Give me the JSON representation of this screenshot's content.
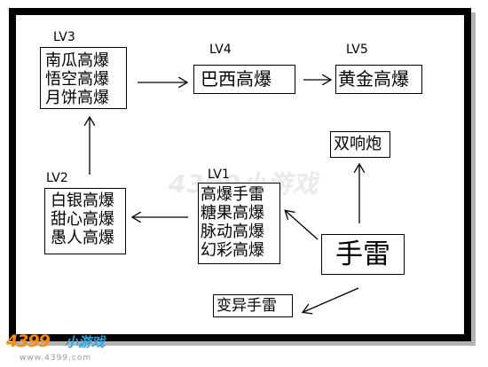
{
  "levels": {
    "lv1": "LV1",
    "lv2": "LV2",
    "lv3": "LV3",
    "lv4": "LV4",
    "lv5": "LV5"
  },
  "boxes": {
    "lv3": [
      "南瓜高爆",
      "悟空高爆",
      "月饼高爆"
    ],
    "lv4": [
      "巴西高爆"
    ],
    "lv5": [
      "黄金高爆"
    ],
    "lv2": [
      "白银高爆",
      "甜心高爆",
      "愚人高爆"
    ],
    "lv1": [
      "高爆手雷",
      "糖果高爆",
      "脉动高爆",
      "幻彩高爆"
    ],
    "center": "手雷",
    "double": "双响炮",
    "mutant": "变异手雷"
  },
  "watermark": "4399小游戏",
  "brand": {
    "number": "4399",
    "text": "小游戏",
    "url": "www.4399.com"
  }
}
